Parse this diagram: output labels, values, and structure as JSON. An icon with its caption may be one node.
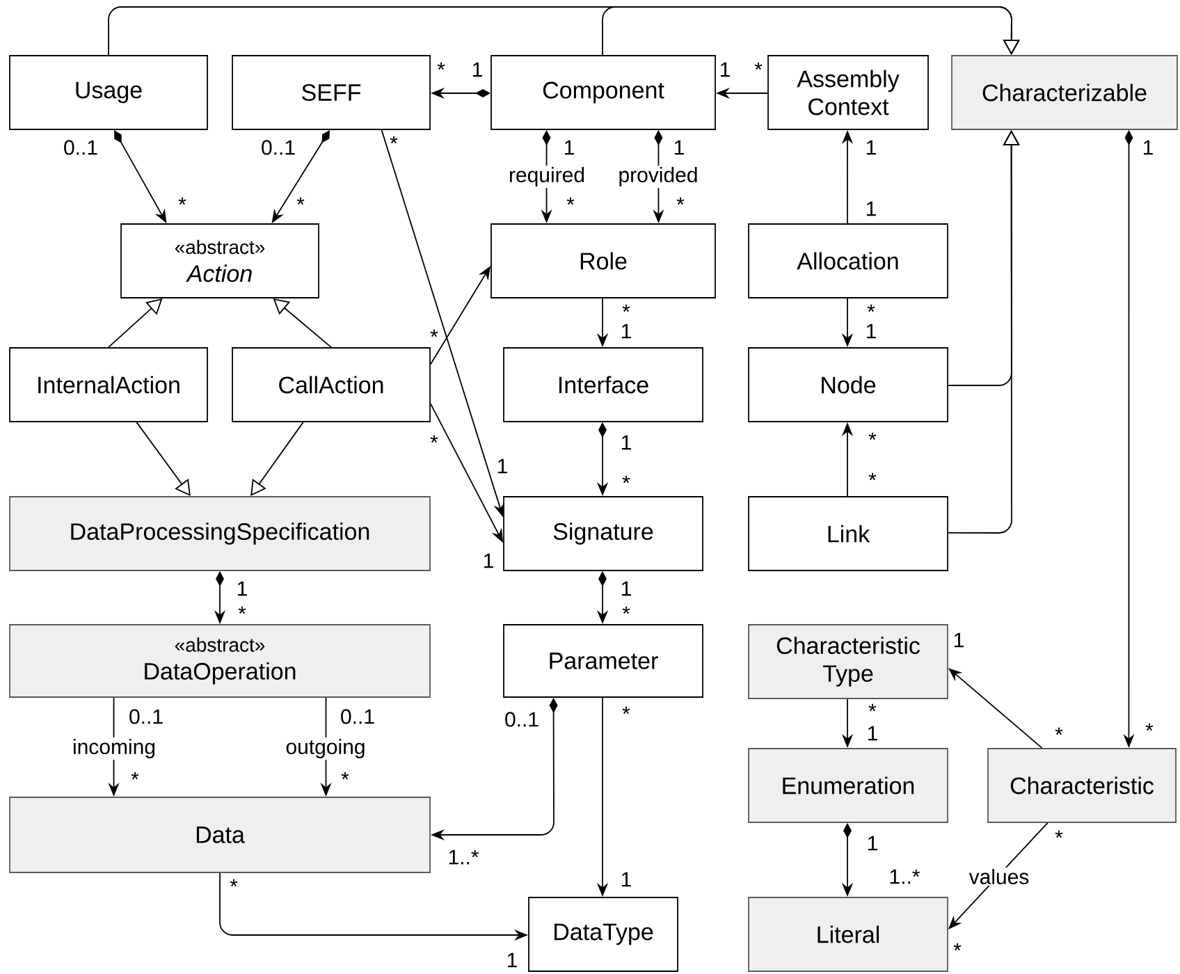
{
  "diagram": {
    "nodes": [
      {
        "text": [
          "Usage"
        ]
      },
      {
        "text": [
          "SEFF"
        ]
      },
      {
        "text": [
          "Component"
        ]
      },
      {
        "text": [
          "Assembly Context"
        ]
      },
      {
        "text": [
          "Characterizable"
        ]
      },
      {
        "text": [
          "«abstract»",
          "Action"
        ]
      },
      {
        "text": [
          "InternalAction"
        ]
      },
      {
        "text": [
          "CallAction"
        ]
      },
      {
        "text": [
          "Role"
        ]
      },
      {
        "text": [
          "Interface"
        ]
      },
      {
        "text": [
          "Allocation"
        ]
      },
      {
        "text": [
          "Node"
        ]
      },
      {
        "text": [
          "DataProcessingSpecification"
        ]
      },
      {
        "text": [
          "Signature"
        ]
      },
      {
        "text": [
          "Link"
        ]
      },
      {
        "text": [
          "«abstract»",
          "DataOperation"
        ]
      },
      {
        "text": [
          "Parameter"
        ]
      },
      {
        "text": [
          "Characteristic Type"
        ]
      },
      {
        "text": [
          "Enumeration"
        ]
      },
      {
        "text": [
          "Characteristic"
        ]
      },
      {
        "text": [
          "Data"
        ]
      },
      {
        "text": [
          "DataType"
        ]
      },
      {
        "text": [
          "Literal"
        ]
      }
    ],
    "edges": [
      {
        "from": 0,
        "to": 4,
        "arrow": "to"
      },
      {
        "from": 2,
        "to": 4,
        "arrow": "to"
      },
      {
        "from": 2,
        "to": 1,
        "arrow": "to"
      },
      {
        "from": 3,
        "to": 2,
        "arrow": "to"
      },
      {
        "from": 0,
        "to": 5,
        "arrow": "to"
      },
      {
        "from": 1,
        "to": 5,
        "arrow": "to"
      },
      {
        "from": 2,
        "to": 8,
        "arrow": "to",
        "label": "required"
      },
      {
        "from": 2,
        "to": 8,
        "arrow": "to",
        "label": "provided"
      },
      {
        "from": 6,
        "to": 5,
        "arrow": "to"
      },
      {
        "from": 7,
        "to": 5,
        "arrow": "to"
      },
      {
        "from": 7,
        "to": 8,
        "arrow": "to"
      },
      {
        "from": 1,
        "to": 13,
        "arrow": "to"
      },
      {
        "from": 7,
        "to": 13,
        "arrow": "to"
      },
      {
        "from": 8,
        "to": 9,
        "arrow": "to"
      },
      {
        "from": 9,
        "to": 13,
        "arrow": "to"
      },
      {
        "from": 10,
        "to": 3,
        "arrow": "to"
      },
      {
        "from": 10,
        "to": 11,
        "arrow": "to"
      },
      {
        "from": 11,
        "to": 4,
        "arrow": "to"
      },
      {
        "from": 14,
        "to": 11,
        "arrow": "to"
      },
      {
        "from": 14,
        "to": 4,
        "arrow": "to"
      },
      {
        "from": 6,
        "to": 12,
        "arrow": "to"
      },
      {
        "from": 7,
        "to": 12,
        "arrow": "to"
      },
      {
        "from": 12,
        "to": 15,
        "arrow": "to"
      },
      {
        "from": 15,
        "to": 20,
        "arrow": "to",
        "label": "incoming"
      },
      {
        "from": 15,
        "to": 20,
        "arrow": "to",
        "label": "outgoing"
      },
      {
        "from": 13,
        "to": 16,
        "arrow": "to"
      },
      {
        "from": 16,
        "to": 20,
        "arrow": "to"
      },
      {
        "from": 16,
        "to": 21,
        "arrow": "to"
      },
      {
        "from": 20,
        "to": 21,
        "arrow": "to"
      },
      {
        "from": 17,
        "to": 18,
        "arrow": "to"
      },
      {
        "from": 4,
        "to": 19,
        "arrow": "to"
      },
      {
        "from": 19,
        "to": 17,
        "arrow": "to"
      },
      {
        "from": 18,
        "to": 22,
        "arrow": "to"
      },
      {
        "from": 19,
        "to": 22,
        "arrow": "to",
        "label": "values"
      }
    ],
    "labels": [
      "*",
      "1",
      "1",
      "*",
      "0..1",
      "0..1",
      "*",
      "1",
      "1",
      "1",
      "1",
      "*",
      "*",
      "*",
      "*",
      "1",
      "*",
      "*",
      "1",
      "*",
      "1",
      "1",
      "*",
      "*",
      "*",
      "*",
      "1",
      "1",
      "1",
      "*",
      "1",
      "*",
      "0..1",
      "0..1",
      "1",
      "0..1",
      "*",
      "*",
      "*",
      "*",
      "1",
      "*",
      "*",
      "1..*",
      "*",
      "1",
      "1..*",
      "*",
      "1",
      "1",
      "*"
    ]
  }
}
